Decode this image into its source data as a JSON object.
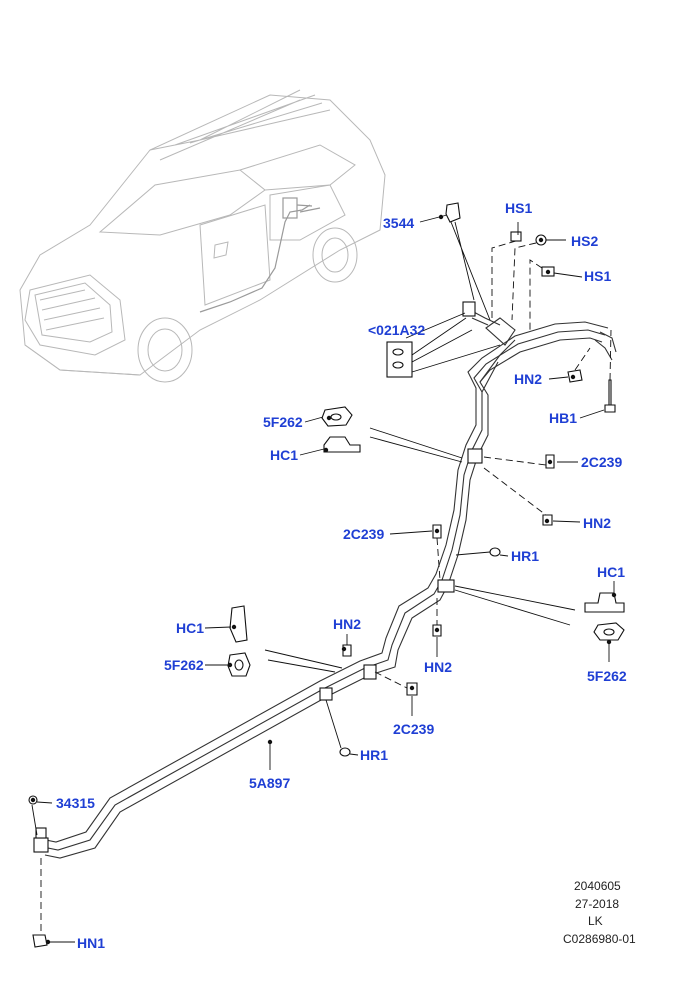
{
  "labels": {
    "l3544": "3544",
    "hs1a": "HS1",
    "hs2": "HS2",
    "hs1b": "HS1",
    "c021a32": "<021A32",
    "hn2a": "HN2",
    "hb1": "HB1",
    "f262a": "5F262",
    "hc1a": "HC1",
    "c239a": "2C239",
    "hn2b": "HN2",
    "c239b": "2C239",
    "hr1a": "HR1",
    "hc1b": "HC1",
    "hc1c": "HC1",
    "f262b": "5F262",
    "hn2c": "HN2",
    "hn2d": "HN2",
    "f262c": "5F262",
    "c239c": "2C239",
    "hr1b": "HR1",
    "a897": "5A897",
    "l34315": "34315",
    "hn1": "HN1"
  },
  "info": {
    "line1": "2040605",
    "line2": "27-2018",
    "line3": "LK",
    "line4": "C0286980-01"
  },
  "colors": {
    "label": "#1f3fd4",
    "line": "#111111",
    "vehicle": "#b8b8b8"
  }
}
